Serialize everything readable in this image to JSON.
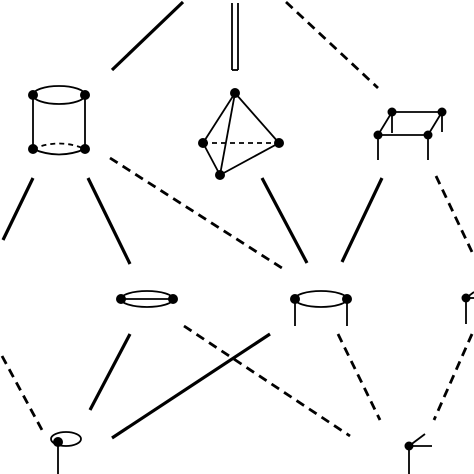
{
  "diagram": {
    "kind": "lattice of graph and cell-complex configurations",
    "background": "#ffffff",
    "ink": "#000000",
    "nodes": [
      "cylinder",
      "tetrahedron",
      "prism-with-legs",
      "theta-graph",
      "arc-with-legs",
      "partial-star-right",
      "small-loop",
      "tripod-right"
    ],
    "edge_styles": [
      "solid",
      "dashed",
      "double-line"
    ]
  }
}
